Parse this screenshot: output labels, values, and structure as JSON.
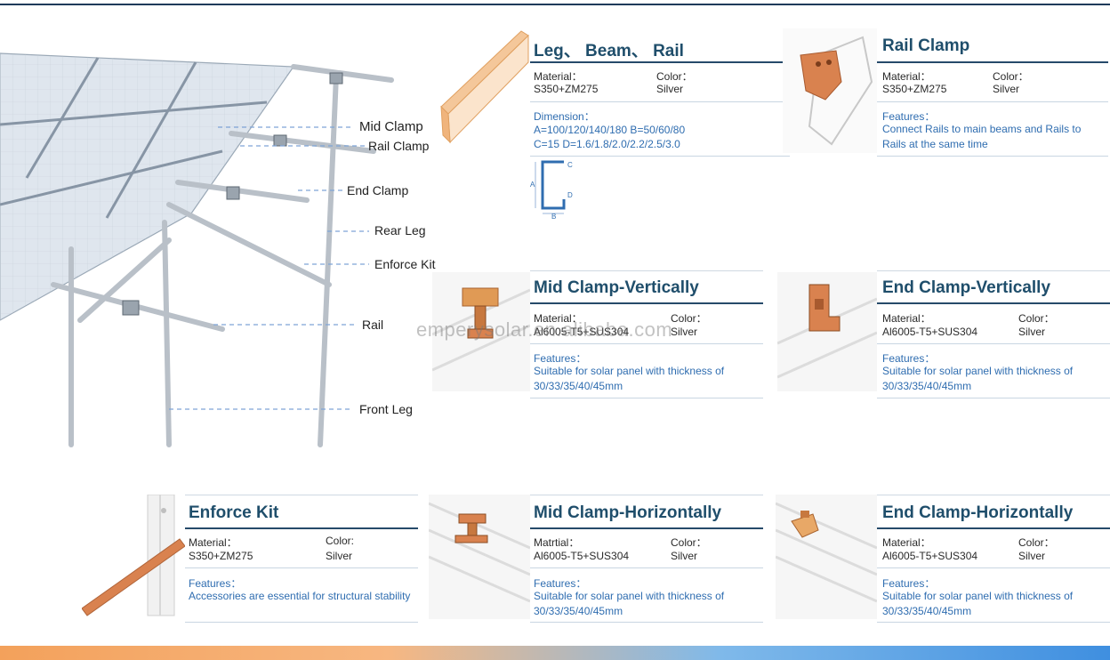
{
  "callouts": {
    "mid_clamp": "Mid Clamp",
    "rail_clamp": "Rail Clamp",
    "end_clamp": "End Clamp",
    "rear_leg": "Rear Leg",
    "enforce_kit": "Enforce Kit",
    "rail": "Rail",
    "front_leg": "Front Leg"
  },
  "cards": {
    "leg_beam_rail": {
      "title": "Leg、 Beam、 Rail",
      "material_label": "Material：",
      "material": "S350+ZM275",
      "color_label": "Color：",
      "color": "Silver",
      "dimension_label": "Dimension：",
      "dimension_line1": "A=100/120/140/180   B=50/60/80",
      "dimension_line2": " C=15   D=1.6/1.8/2.0/2.2/2.5/3.0",
      "diagram_labels": [
        "A",
        "B",
        "C",
        "D"
      ]
    },
    "rail_clamp": {
      "title": "Rail Clamp",
      "material_label": "Material：",
      "material": "S350+ZM275",
      "color_label": "Color：",
      "color": "Silver",
      "features_label": "Features：",
      "features": "Connect Rails to main beams and Rails to Rails at the same time"
    },
    "mid_clamp_v": {
      "title": "Mid Clamp-Vertically",
      "material_label": "Material：",
      "material": "Al6005-T5+SUS304",
      "color_label": "Color：",
      "color": "Silver",
      "features_label": "Features：",
      "features": "Suitable for solar panel with thickness of 30/33/35/40/45mm"
    },
    "end_clamp_v": {
      "title": "End Clamp-Vertically",
      "material_label": "Material：",
      "material": "Al6005-T5+SUS304",
      "color_label": "Color：",
      "color": "Silver",
      "features_label": "Features：",
      "features": "Suitable for solar panel with thickness of 30/33/35/40/45mm"
    },
    "enforce_kit": {
      "title": "Enforce Kit",
      "material_label": "Material：",
      "material": "S350+ZM275",
      "color_label": "Color:",
      "color": "Silver",
      "features_label": "Features：",
      "features": "Accessories are essential for structural stability"
    },
    "mid_clamp_h": {
      "title": "Mid Clamp-Horizontally",
      "material_label": "Matrtial：",
      "material": "Al6005-T5+SUS304",
      "color_label": "Color：",
      "color": "Silver",
      "features_label": "Features：",
      "features": "Suitable for solar panel with thickness of 30/33/35/40/45mm"
    },
    "end_clamp_h": {
      "title": "End Clamp-Horizontally",
      "material_label": "Material：",
      "material": "Al6005-T5+SUS304",
      "color_label": "Color：",
      "color": "Silver",
      "features_label": "Features：",
      "features": "Suitable for solar panel with thickness of 30/33/35/40/45mm"
    }
  },
  "watermark": "emperysolar.en.alibaba.com",
  "colors": {
    "title": "#1f4e6b",
    "feature_text": "#2f6db0",
    "rule": "#264a6a",
    "copper": "#d9824f"
  }
}
